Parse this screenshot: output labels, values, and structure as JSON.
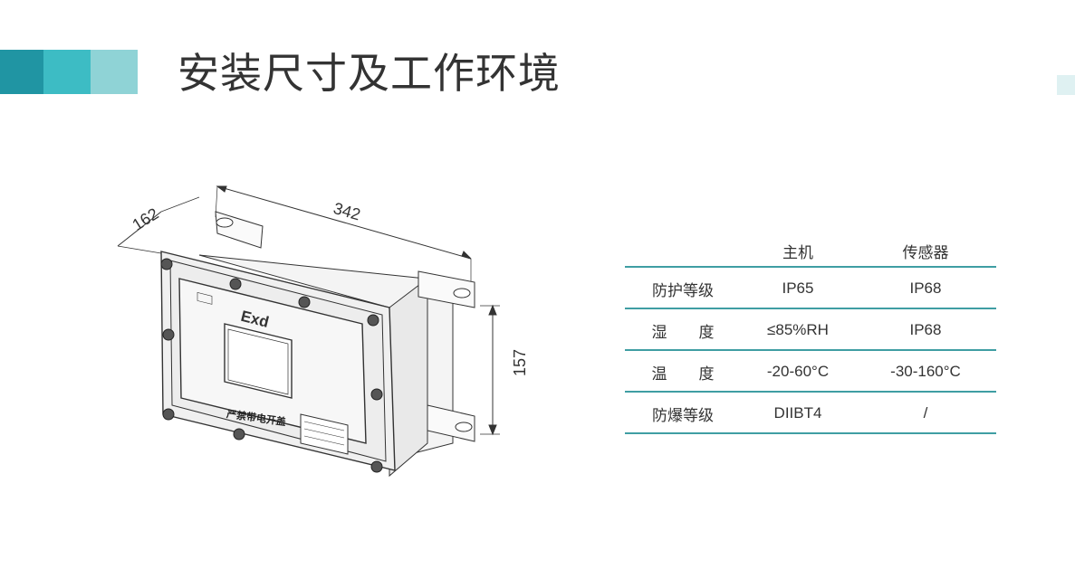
{
  "title": "安装尺寸及工作环境",
  "colors": {
    "accent_dark": "#2095a3",
    "accent_mid": "#3dbcc4",
    "accent_light": "#8fd3d6",
    "rule": "#3f9ea3"
  },
  "drawing": {
    "dim_depth": "162",
    "dim_width": "342",
    "dim_height": "157",
    "exd_mark": "Exd",
    "caption": "严禁带电开盖"
  },
  "spec_table": {
    "headers": [
      "",
      "主机",
      "传感器"
    ],
    "rows": [
      {
        "label": "防护等级",
        "host": "IP65",
        "sensor": "IP68"
      },
      {
        "label": "湿度",
        "host": "≤85%RH",
        "sensor": "IP68"
      },
      {
        "label": "温度",
        "host": "-20-60°C",
        "sensor": "-30-160°C"
      },
      {
        "label": "防爆等级",
        "host": "DIIBT4",
        "sensor": "/"
      }
    ]
  }
}
